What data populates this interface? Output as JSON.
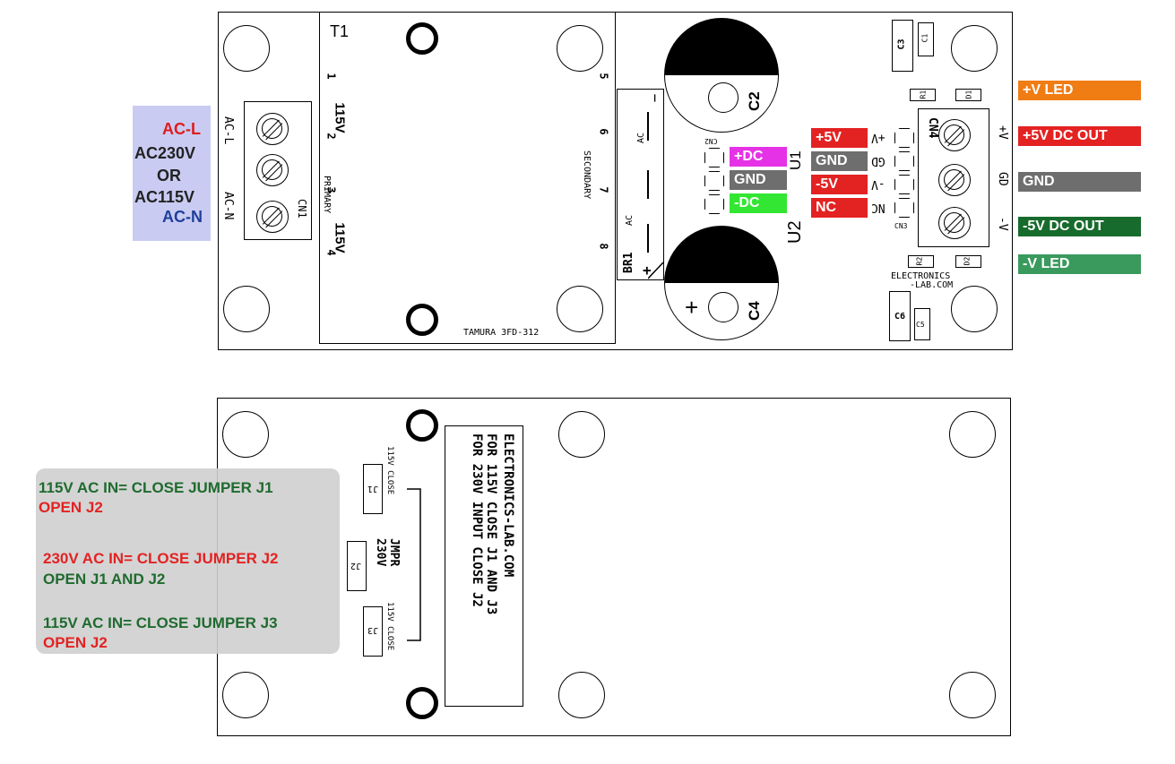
{
  "colors": {
    "ac_panel": "#c9cbf2",
    "ac_live": "#e01b1b",
    "ac_neutral": "#1f3f9a",
    "orange": "#f07c14",
    "red": "#e32222",
    "gray": "#6e6e6e",
    "dark_green": "#176b2c",
    "mid_green": "#3a9a5e",
    "magenta": "#e632e6",
    "bright_green": "#33e633",
    "jumper_panel": "#cfcfcf",
    "jumper_green": "#1f6b2f",
    "jumper_red": "#e32222"
  },
  "ac_input": {
    "live": "AC-L",
    "line1": "AC230V",
    "line2": "OR",
    "line3": "AC115V",
    "neutral": "AC-N"
  },
  "top_board": {
    "transformer": {
      "ref": "T1",
      "pin1": "1",
      "pin2": "2",
      "pin3": "3",
      "pin4": "4",
      "pin5": "5",
      "pin6": "6",
      "pin7": "7",
      "pin8": "8",
      "v1": "115V",
      "v2": "115V",
      "primary": "PRIMARY",
      "secondary": "SECONDARY",
      "model": "TAMURA  3FD-312"
    },
    "cn1": {
      "ref": "CN1",
      "ac_l": "AC-L",
      "ac_n": "AC-N"
    },
    "bridge": {
      "ref": "BR1",
      "ac1": "AC",
      "ac2": "AC",
      "minus": "−",
      "plus": "+"
    },
    "caps": {
      "c2": "C2",
      "c4": "C4",
      "plus": "+",
      "c1": "C1",
      "c3": "C3",
      "c5": "C5",
      "c6": "C6"
    },
    "regs": {
      "u1": "U1",
      "u2": "U2"
    },
    "cn2": {
      "ref": "CN2",
      "plus_dc": "+DC",
      "gnd": "GND",
      "minus_dc": "-DC"
    },
    "cn3": {
      "ref": "CN3",
      "pins": [
        "+V",
        "GD",
        "-V",
        "NC"
      ]
    },
    "cn4": {
      "ref": "CN4",
      "pins": [
        "+V",
        "GD",
        "-V"
      ]
    },
    "resistors": {
      "r1": "R1",
      "r2": "R2",
      "d1": "D1",
      "d2": "D2"
    },
    "brand": {
      "line1": "ELECTRONICS",
      "line2": "-LAB.COM"
    }
  },
  "cn3_tags": [
    "+5V",
    "GND",
    "-5V",
    "NC"
  ],
  "output_tags": {
    "plus_v_led": "+V LED",
    "plus_5v_out": "+5V DC OUT",
    "gnd": "GND",
    "minus_5v_out": "-5V DC OUT",
    "minus_v_led": "-V LED"
  },
  "bottom_board": {
    "j1": "J1",
    "j2": "J2",
    "j3": "J3",
    "close115": "115V CLOSE",
    "v230": "230V",
    "jmpr": "JMPR",
    "text_lines": [
      "ELECTRONICS-LAB.COM",
      "FOR 115V CLOSE J1 AND J3",
      "FOR 230V INPUT CLOSE J2"
    ]
  },
  "jumper_notes": {
    "a1": "115V AC IN= CLOSE JUMPER J1",
    "a2": "OPEN J2",
    "b1": "230V AC IN= CLOSE JUMPER J2",
    "b2": "OPEN J1 AND J2",
    "c1": "115V AC IN= CLOSE JUMPER J3",
    "c2": "OPEN J2"
  }
}
